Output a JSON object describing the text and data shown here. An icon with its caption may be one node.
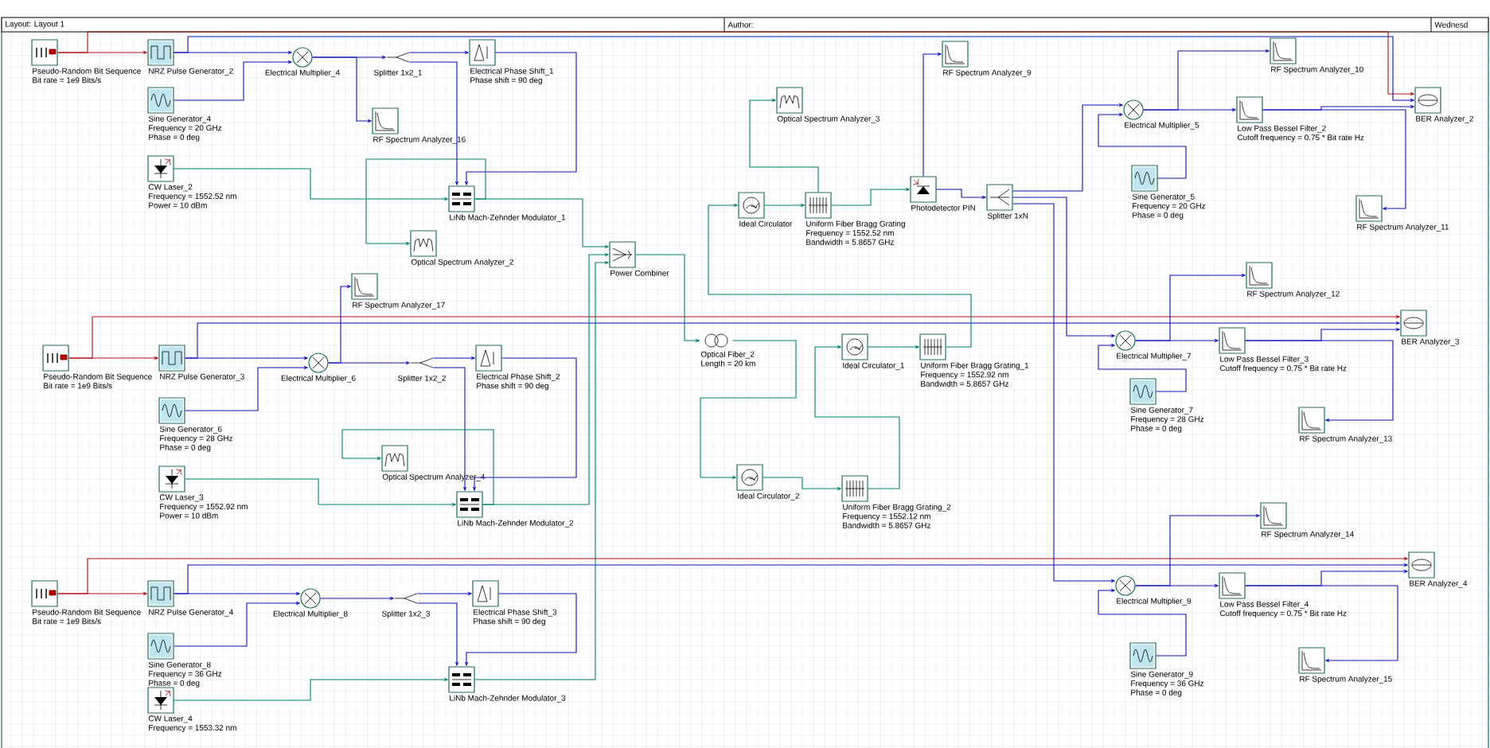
{
  "diagram": {
    "nodes": [
      {
        "text": [
          "Pseudo-Random Bit Sequence",
          "Bit rate = 1e9 Bits/s"
        ]
      },
      {
        "text": [
          "NRZ Pulse Generator_2"
        ]
      },
      {
        "text": [
          "Sine Generator_4",
          "Frequency = 20 GHz",
          "Phase = 0 deg"
        ]
      },
      {
        "text": [
          "CW Laser_2",
          "Frequency = 1552.52 nm",
          "Power = 10 dBm"
        ]
      },
      {
        "text": [
          "Electrical Multiplier_4"
        ]
      },
      {
        "text": [
          "RF Spectrum Analyzer_16"
        ]
      },
      {
        "text": [
          "Splitter 1x2_1"
        ]
      },
      {
        "text": [
          "Electrical Phase Shift_1",
          "Phase shift = 90 deg"
        ]
      },
      {
        "text": [
          "LiNb Mach-Zehnder Modulator_1"
        ]
      },
      {
        "text": [
          "Optical Spectrum Analyzer_2"
        ]
      },
      {
        "text": [
          "Power Combiner"
        ]
      },
      {
        "text": [
          "RF Spectrum Analyzer_17"
        ]
      },
      {
        "text": [
          "Pseudo-Random Bit Sequence",
          "Bit rate = 1e9 Bits/s"
        ]
      },
      {
        "text": [
          "NRZ Pulse Generator_3"
        ]
      },
      {
        "text": [
          "Sine Generator_6",
          "Frequency = 28 GHz",
          "Phase = 0 deg"
        ]
      },
      {
        "text": [
          "CW Laser_3",
          "Frequency = 1552.92 nm",
          "Power = 10 dBm"
        ]
      },
      {
        "text": [
          "Electrical Multiplier_6"
        ]
      },
      {
        "text": [
          "Splitter 1x2_2"
        ]
      },
      {
        "text": [
          "Electrical Phase Shift_2",
          "Phase shift = 90 deg"
        ]
      },
      {
        "text": [
          "Optical Spectrum Analyzer_4"
        ]
      },
      {
        "text": [
          "LiNb Mach-Zehnder Modulator_2"
        ]
      },
      {
        "text": [
          "Pseudo-Random Bit Sequence",
          "Bit rate = 1e9 Bits/s"
        ]
      },
      {
        "text": [
          "NRZ Pulse Generator_4"
        ]
      },
      {
        "text": [
          "Sine Generator_8",
          "Frequency = 36 GHz",
          "Phase = 0 deg"
        ]
      },
      {
        "text": [
          "CW Laser_4",
          "Frequency = 1553.32 nm"
        ]
      },
      {
        "text": [
          "Electrical Multiplier_8"
        ]
      },
      {
        "text": [
          "Splitter 1x2_3"
        ]
      },
      {
        "text": [
          "Electrical Phase Shift_3",
          "Phase shift = 90 deg"
        ]
      },
      {
        "text": [
          "LiNb Mach-Zehnder Modulator_3"
        ]
      },
      {
        "text": [
          "Optical Fiber_2",
          "Length = 20 km"
        ]
      },
      {
        "text": [
          "Optical Spectrum Analyzer_3"
        ]
      },
      {
        "text": [
          "Ideal Circulator"
        ]
      },
      {
        "text": [
          "Uniform Fiber Bragg Grating",
          "Frequency = 1552.52 nm",
          "Bandwidth = 5.8657 GHz"
        ]
      },
      {
        "text": [
          "Photodetector PIN"
        ]
      },
      {
        "text": [
          "RF Spectrum Analyzer_9"
        ]
      },
      {
        "text": [
          "Splitter 1xN"
        ]
      },
      {
        "text": [
          "Ideal Circulator_1"
        ]
      },
      {
        "text": [
          "Uniform Fiber Bragg Grating_1",
          "Frequency = 1552.92 nm",
          "Bandwidth = 5.8657 GHz"
        ]
      },
      {
        "text": [
          "Ideal Circulator_2"
        ]
      },
      {
        "text": [
          "Uniform Fiber Bragg Grating_2",
          "Frequency = 1552.12 nm",
          "Bandwidth = 5.8657 GHz"
        ]
      },
      {
        "text": [
          "RF Spectrum Analyzer_10"
        ]
      },
      {
        "text": [
          "Electrical Multiplier_5"
        ]
      },
      {
        "text": [
          "Low Pass Bessel Filter_2",
          "Cutoff frequency = 0.75 * Bit rate Hz"
        ]
      },
      {
        "text": [
          "BER Analyzer_2"
        ]
      },
      {
        "text": [
          "Sine Generator_5",
          "Frequency = 20 GHz",
          "Phase = 0 deg"
        ]
      },
      {
        "text": [
          "RF Spectrum Analyzer_11"
        ]
      },
      {
        "text": [
          "RF Spectrum Analyzer_12"
        ]
      },
      {
        "text": [
          "Electrical Multiplier_7"
        ]
      },
      {
        "text": [
          "Low Pass Bessel Filter_3",
          "Cutoff frequency = 0.75 * Bit rate Hz"
        ]
      },
      {
        "text": [
          "BER Analyzer_3"
        ]
      },
      {
        "text": [
          "Sine Generator_7",
          "Frequency = 28 GHz",
          "Phase = 0 deg"
        ]
      },
      {
        "text": [
          "RF Spectrum Analyzer_13"
        ]
      },
      {
        "text": [
          "RF Spectrum Analyzer_14"
        ]
      },
      {
        "text": [
          "Electrical Multiplier_9"
        ]
      },
      {
        "text": [
          "Low Pass Bessel Filter_4",
          "Cutoff frequency = 0.75 * Bit rate Hz"
        ]
      },
      {
        "text": [
          "BER Analyzer_4"
        ]
      },
      {
        "text": [
          "Sine Generator_9",
          "Frequency = 36 GHz",
          "Phase = 0 deg"
        ]
      },
      {
        "text": [
          "RF Spectrum Analyzer_15"
        ]
      }
    ],
    "edges": [
      {
        "from": 0,
        "to": 1,
        "arrow": "to",
        "color": "#b01010"
      },
      {
        "from": 0,
        "to": 43,
        "arrow": "to",
        "color": "#b01010"
      },
      {
        "from": 1,
        "to": 43,
        "arrow": "to"
      },
      {
        "from": 1,
        "to": 4,
        "arrow": "to"
      },
      {
        "from": 2,
        "to": 4,
        "arrow": "to"
      },
      {
        "from": 4,
        "to": 5,
        "arrow": "to"
      },
      {
        "from": 4,
        "to": 6,
        "arrow": "to"
      },
      {
        "from": 6,
        "to": 7,
        "arrow": "to"
      },
      {
        "from": 6,
        "to": 8,
        "arrow": "to"
      },
      {
        "from": 7,
        "to": 8,
        "arrow": "to"
      },
      {
        "from": 3,
        "to": 8,
        "arrow": "to",
        "color": "#00806a"
      },
      {
        "from": 8,
        "to": 9,
        "arrow": "to",
        "color": "#00806a"
      },
      {
        "from": 8,
        "to": 10,
        "arrow": "to",
        "color": "#00806a"
      },
      {
        "from": 12,
        "to": 13,
        "arrow": "to",
        "color": "#b01010"
      },
      {
        "from": 12,
        "to": 49,
        "arrow": "to",
        "color": "#b01010"
      },
      {
        "from": 13,
        "to": 49,
        "arrow": "to"
      },
      {
        "from": 13,
        "to": 16,
        "arrow": "to"
      },
      {
        "from": 14,
        "to": 16,
        "arrow": "to"
      },
      {
        "from": 16,
        "to": 11,
        "arrow": "to"
      },
      {
        "from": 16,
        "to": 17,
        "arrow": "to"
      },
      {
        "from": 17,
        "to": 18,
        "arrow": "to"
      },
      {
        "from": 17,
        "to": 20,
        "arrow": "to"
      },
      {
        "from": 18,
        "to": 20,
        "arrow": "to"
      },
      {
        "from": 15,
        "to": 20,
        "arrow": "to",
        "color": "#00806a"
      },
      {
        "from": 20,
        "to": 19,
        "arrow": "to",
        "color": "#00806a"
      },
      {
        "from": 20,
        "to": 10,
        "arrow": "to",
        "color": "#00806a"
      },
      {
        "from": 21,
        "to": 22,
        "arrow": "to",
        "color": "#b01010"
      },
      {
        "from": 21,
        "to": 55,
        "arrow": "to",
        "color": "#b01010"
      },
      {
        "from": 22,
        "to": 55,
        "arrow": "to"
      },
      {
        "from": 22,
        "to": 25,
        "arrow": "to"
      },
      {
        "from": 23,
        "to": 25,
        "arrow": "to"
      },
      {
        "from": 25,
        "to": 26,
        "arrow": "to"
      },
      {
        "from": 26,
        "to": 27,
        "arrow": "to"
      },
      {
        "from": 26,
        "to": 28,
        "arrow": "to"
      },
      {
        "from": 27,
        "to": 28,
        "arrow": "to"
      },
      {
        "from": 24,
        "to": 28,
        "arrow": "to",
        "color": "#00806a"
      },
      {
        "from": 28,
        "to": 10,
        "arrow": "to",
        "color": "#00806a"
      },
      {
        "from": 10,
        "to": 29,
        "arrow": "to",
        "color": "#00806a"
      },
      {
        "from": 29,
        "to": 38,
        "arrow": "to",
        "color": "#00806a"
      },
      {
        "from": 38,
        "to": 39,
        "arrow": "to",
        "color": "#00806a"
      },
      {
        "from": 39,
        "to": 36,
        "arrow": "to",
        "color": "#00806a"
      },
      {
        "from": 36,
        "to": 37,
        "arrow": "to",
        "color": "#00806a"
      },
      {
        "from": 37,
        "to": 31,
        "arrow": "to",
        "color": "#00806a"
      },
      {
        "from": 31,
        "to": 32,
        "arrow": "to",
        "color": "#00806a"
      },
      {
        "from": 32,
        "to": 33,
        "arrow": "to",
        "color": "#00806a"
      },
      {
        "from": 32,
        "to": 30,
        "arrow": "to",
        "color": "#00806a"
      },
      {
        "from": 33,
        "to": 34,
        "arrow": "to"
      },
      {
        "from": 33,
        "to": 35,
        "arrow": "to"
      },
      {
        "from": 35,
        "to": 41,
        "arrow": "to"
      },
      {
        "from": 35,
        "to": 47,
        "arrow": "to"
      },
      {
        "from": 35,
        "to": 53,
        "arrow": "to"
      },
      {
        "from": 41,
        "to": 40,
        "arrow": "to"
      },
      {
        "from": 41,
        "to": 42,
        "arrow": "to"
      },
      {
        "from": 44,
        "to": 41,
        "arrow": "to"
      },
      {
        "from": 42,
        "to": 43,
        "arrow": "to"
      },
      {
        "from": 42,
        "to": 45,
        "arrow": "to"
      },
      {
        "from": 47,
        "to": 46,
        "arrow": "to"
      },
      {
        "from": 47,
        "to": 48,
        "arrow": "to"
      },
      {
        "from": 50,
        "to": 47,
        "arrow": "to"
      },
      {
        "from": 48,
        "to": 49,
        "arrow": "to"
      },
      {
        "from": 48,
        "to": 51,
        "arrow": "to"
      },
      {
        "from": 53,
        "to": 52,
        "arrow": "to"
      },
      {
        "from": 53,
        "to": 54,
        "arrow": "to"
      },
      {
        "from": 56,
        "to": 53,
        "arrow": "to"
      },
      {
        "from": 54,
        "to": 55,
        "arrow": "to"
      },
      {
        "from": 54,
        "to": 57,
        "arrow": "to"
      }
    ],
    "labels": [
      "Layout: Layout 1",
      "Author:",
      "Wednesd"
    ]
  }
}
